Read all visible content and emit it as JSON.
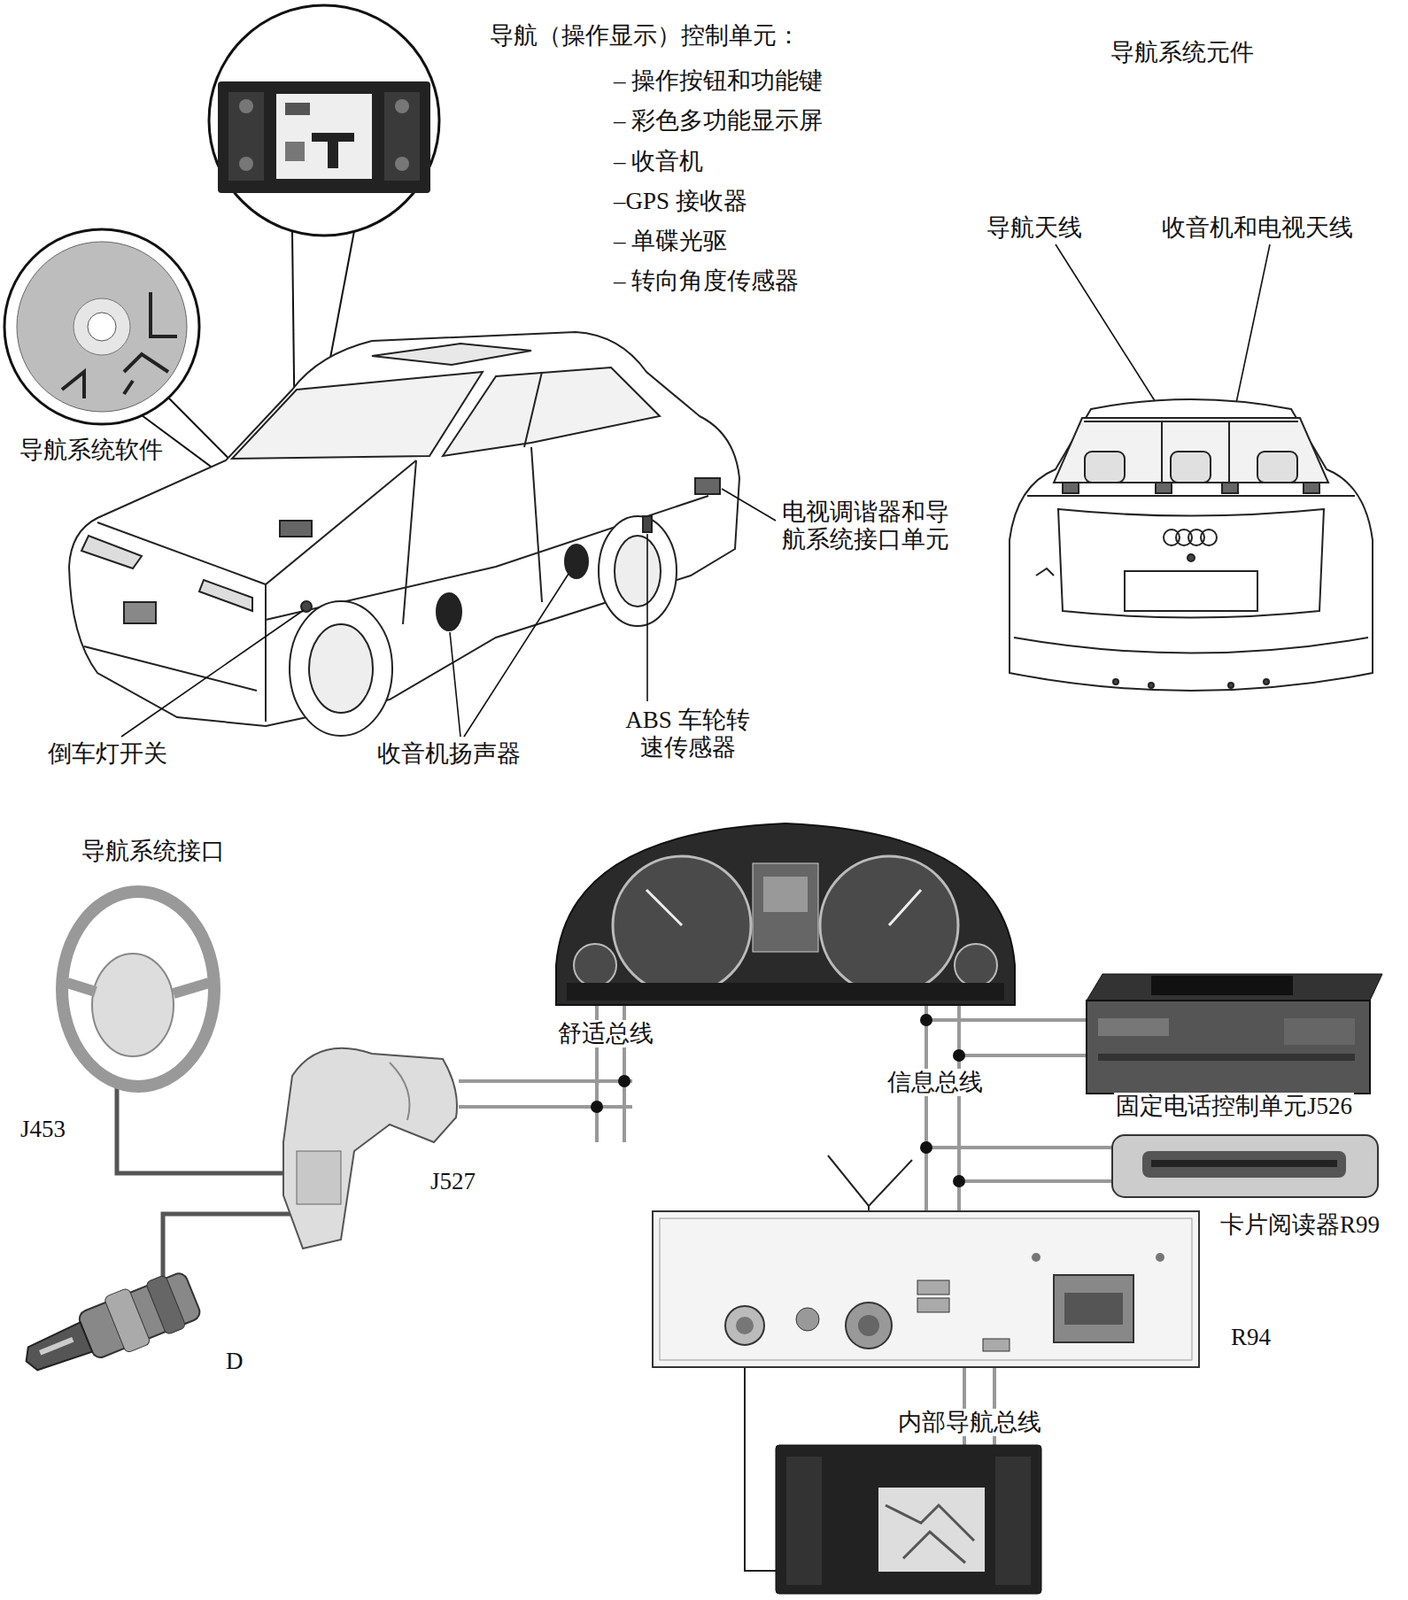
{
  "diagram": {
    "labels": [
      "导航（操作显示）控制单元：",
      "– 操作按钮和功能键",
      "– 彩色多功能显示屏",
      "– 收音机",
      "–GPS 接收器",
      "– 单碟光驱",
      "– 转向角度传感器",
      "导航系统元件",
      "导航天线",
      "收音机和电视天线",
      "导航系统软件",
      "电视调谐器和导航系统接口单元",
      "倒车灯开关",
      "收音机扬声器",
      "ABS 车轮转速传感器",
      "导航系统接口",
      "J453",
      "舒适总线",
      "J527",
      "信息总线",
      "固定电话控制单元J526",
      "卡片阅读器R99",
      "D",
      "R94",
      "内部导航总线"
    ]
  }
}
